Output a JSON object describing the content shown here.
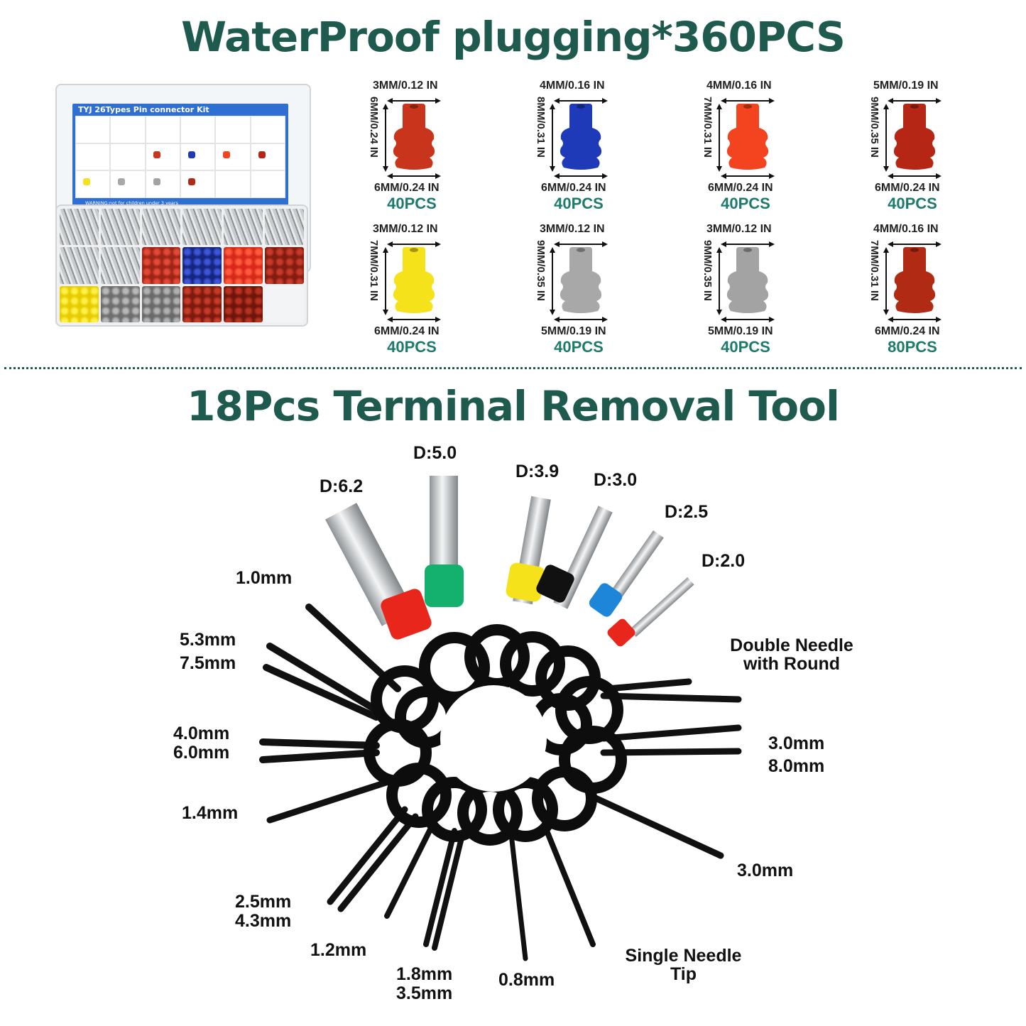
{
  "title_top": "WaterProof plugging*360PCS",
  "title_bottom": "18Pcs Terminal Removal Tool",
  "kit": {
    "card_title": "TYJ 26Types Pin connector Kit",
    "warning": "WARNING:not for children under 3 years"
  },
  "seals": [
    {
      "top": "3MM/0.12 IN",
      "side": "6MM/0.24 IN",
      "bottom": "6MM/0.24 IN",
      "qty": "40PCS",
      "color": "#c8351c"
    },
    {
      "top": "4MM/0.16 IN",
      "side": "8MM/0.31 IN",
      "bottom": "6MM/0.24 IN",
      "qty": "40PCS",
      "color": "#1f3ab8"
    },
    {
      "top": "4MM/0.16 IN",
      "side": "7MM/0.31 IN",
      "bottom": "6MM/0.24 IN",
      "qty": "40PCS",
      "color": "#f4431f"
    },
    {
      "top": "5MM/0.19 IN",
      "side": "9MM/0.35 IN",
      "bottom": "6MM/0.24 IN",
      "qty": "40PCS",
      "color": "#b52614"
    },
    {
      "top": "3MM/0.12 IN",
      "side": "7MM/0.31 IN",
      "bottom": "6MM/0.24 IN",
      "qty": "40PCS",
      "color": "#f6e21a"
    },
    {
      "top": "3MM/0.12 IN",
      "side": "9MM/0.35 IN",
      "bottom": "5MM/0.19 IN",
      "qty": "40PCS",
      "color": "#a8a8a8"
    },
    {
      "top": "3MM/0.12 IN",
      "side": "9MM/0.35 IN",
      "bottom": "5MM/0.19 IN",
      "qty": "40PCS",
      "color": "#a3a3a3"
    },
    {
      "top": "4MM/0.16 IN",
      "side": "7MM/0.31 IN",
      "bottom": "6MM/0.24 IN",
      "qty": "80PCS",
      "color": "#b02a14"
    }
  ],
  "tool_labels": {
    "d62": "D:6.2",
    "d50": "D:5.0",
    "d39": "D:3.9",
    "d30": "D:3.0",
    "d25": "D:2.5",
    "d20": "D:2.0",
    "mm10": "1.0mm",
    "mm53": "5.3mm",
    "mm75": "7.5mm",
    "mm40": "4.0mm",
    "mm60": "6.0mm",
    "mm14": "1.4mm",
    "mm25": "2.5mm",
    "mm43": "4.3mm",
    "mm12": "1.2mm",
    "mm18": "1.8mm",
    "mm35": "3.5mm",
    "mm08": "0.8mm",
    "single1": "Single Needle",
    "single2": "Tip",
    "mm30b": "3.0mm",
    "mm30a": "3.0mm",
    "mm80": "8.0mm",
    "double1": "Double Needle",
    "double2": "with Round"
  }
}
